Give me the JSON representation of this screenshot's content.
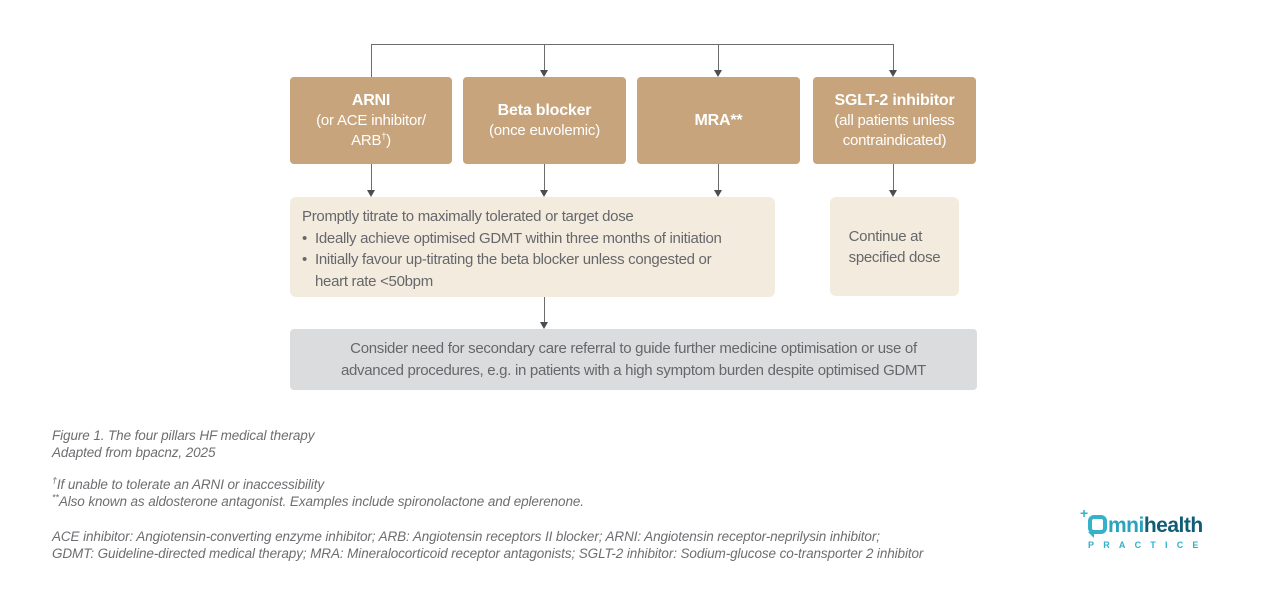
{
  "palette": {
    "pillar_tan": "#c7a47b",
    "panel_cream": "#f4ebdf",
    "panel_gray": "#dbdcdd",
    "arrow_gray": "#4c4d4f",
    "text_gray": "#65676a",
    "note_gray": "#6d6e71",
    "logo_cyan": "#35b2c9",
    "logo_teal": "#115e74"
  },
  "pillars": [
    {
      "title": "ARNI",
      "sub1": "(or ACE inhibitor/",
      "sub2_pre": "ARB",
      "sub2_sup": "†",
      "sub2_post": ")"
    },
    {
      "title": "Beta blocker",
      "sub1": "(once euvolemic)"
    },
    {
      "title": "MRA**"
    },
    {
      "title": "SGLT-2 inhibitor",
      "sub1": "(all patients unless",
      "sub2": "contraindicated)"
    }
  ],
  "titration": {
    "intro": "Promptly titrate to maximally tolerated or target dose",
    "bullet_glyph": "•",
    "bullet1": "Ideally achieve optimised GDMT within three months of initiation",
    "bullet2_l1": "Initially favour up-titrating the beta blocker unless congested or",
    "bullet2_l2": "heart rate <50bpm"
  },
  "continue_box": {
    "line1": "Continue at",
    "line2": "specified dose"
  },
  "referral_box": {
    "line1": "Consider need for secondary care referral to guide further medicine optimisation or use of",
    "line2": "advanced procedures, e.g. in patients with a high symptom burden despite optimised GDMT"
  },
  "caption": {
    "line1": "Figure 1. The four pillars HF medical therapy",
    "line2": "Adapted from bpacnz, 2025"
  },
  "footnotes": {
    "dagger_sup": "†",
    "dagger_text": "If unable to tolerate an ARNI or inaccessibility",
    "asterisks_sup": "**",
    "asterisks_text": "Also known as aldosterone antagonist. Examples include spironolactone and eplerenone."
  },
  "abbreviations": {
    "line1": "ACE inhibitor: Angiotensin-converting enzyme inhibitor; ARB: Angiotensin receptors II blocker; ARNI: Angiotensin receptor-neprilysin inhibitor;",
    "line2": "GDMT: Guideline-directed medical therapy; MRA: Mineralocorticoid receptor antagonists; SGLT-2 inhibitor: Sodium-glucose co-transporter 2 inhibitor"
  },
  "logo": {
    "plus_glyph": "+",
    "word_light": "mni",
    "word_bold": "health",
    "tagline": "P R A C T I C E",
    "tagline_plain": "PRACTICE"
  }
}
